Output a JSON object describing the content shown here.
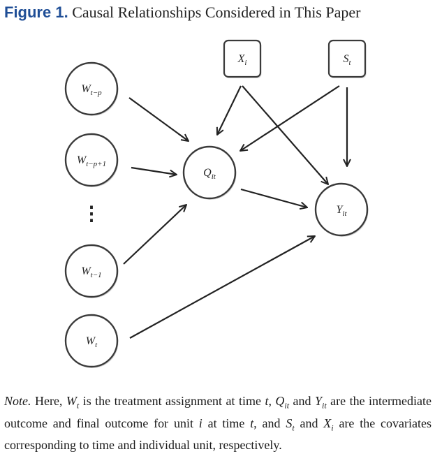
{
  "figure": {
    "label": "Figure 1.",
    "title": "Causal Relationships Considered in This Paper"
  },
  "diagram": {
    "nodes": [
      {
        "id": "W_t-p",
        "base": "W",
        "sub": "t−p",
        "shape": "circle"
      },
      {
        "id": "W_t-p+1",
        "base": "W",
        "sub": "t−p+1",
        "shape": "circle"
      },
      {
        "id": "ellipsis",
        "base": "⋮",
        "sub": "",
        "shape": "none"
      },
      {
        "id": "W_t-1",
        "base": "W",
        "sub": "t−1",
        "shape": "circle"
      },
      {
        "id": "W_t",
        "base": "W",
        "sub": "t",
        "shape": "circle"
      },
      {
        "id": "Q_it",
        "base": "Q",
        "sub": "it",
        "shape": "circle"
      },
      {
        "id": "Y_it",
        "base": "Y",
        "sub": "it",
        "shape": "circle"
      },
      {
        "id": "X_i",
        "base": "X",
        "sub": "i",
        "shape": "box"
      },
      {
        "id": "S_t",
        "base": "S",
        "sub": "t",
        "shape": "box"
      }
    ],
    "edges": [
      {
        "from": "W_t-p",
        "to": "Q_it"
      },
      {
        "from": "W_t-p+1",
        "to": "Q_it"
      },
      {
        "from": "W_t-1",
        "to": "Q_it"
      },
      {
        "from": "W_t",
        "to": "Y_it"
      },
      {
        "from": "X_i",
        "to": "Q_it"
      },
      {
        "from": "X_i",
        "to": "Y_it"
      },
      {
        "from": "S_t",
        "to": "Q_it"
      },
      {
        "from": "S_t",
        "to": "Y_it"
      },
      {
        "from": "Q_it",
        "to": "Y_it"
      }
    ]
  },
  "note": {
    "label": "Note.",
    "segments": [
      {
        "t": " Here, "
      },
      {
        "t": "W",
        "i": true
      },
      {
        "t": "t",
        "i": true,
        "sub": true
      },
      {
        "t": " is the treatment assignment at time "
      },
      {
        "t": "t",
        "i": true
      },
      {
        "t": ", "
      },
      {
        "t": "Q",
        "i": true
      },
      {
        "t": "it",
        "i": true,
        "sub": true
      },
      {
        "t": " and "
      },
      {
        "t": "Y",
        "i": true
      },
      {
        "t": "it",
        "i": true,
        "sub": true
      },
      {
        "t": " are the intermediate outcome and final outcome for unit "
      },
      {
        "t": "i",
        "i": true
      },
      {
        "t": " at time "
      },
      {
        "t": "t",
        "i": true
      },
      {
        "t": ", and "
      },
      {
        "t": "S",
        "i": true
      },
      {
        "t": "t",
        "i": true,
        "sub": true
      },
      {
        "t": " and "
      },
      {
        "t": "X",
        "i": true
      },
      {
        "t": "i",
        "i": true,
        "sub": true
      },
      {
        "t": " are the covariates corresponding to time and individual unit, respectively."
      }
    ]
  },
  "colors": {
    "figure_label": "#1f4e96",
    "stroke": "#222222",
    "node_border": "#3a3a3a"
  }
}
